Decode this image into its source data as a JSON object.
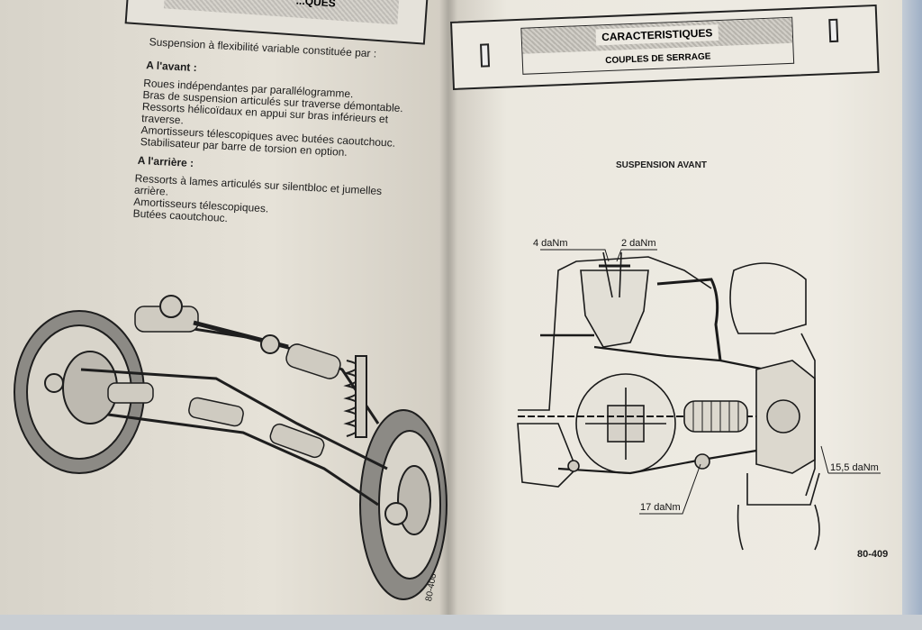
{
  "left_page": {
    "header_fragment": "...QUES",
    "intro": "Suspension à flexibilité variable constituée par :",
    "front_heading": "A l'avant :",
    "front_items": [
      "Roues indépendantes par parallélogramme.",
      "Bras de suspension articulés sur traverse démontable.",
      "Ressorts hélicoïdaux en appui sur bras inférieurs et",
      "traverse.",
      "Amortisseurs télescopiques avec butées caoutchouc.",
      "Stabilisateur par barre de torsion en option."
    ],
    "rear_heading": "A l'arrière :",
    "rear_items": [
      "Ressorts à lames articulés sur silentbloc et jumelles",
      "arrière.",
      "Amortisseurs télescopiques.",
      "Butées caoutchouc."
    ],
    "page_number": "80-408"
  },
  "right_page": {
    "header_title": "CARACTERISTIQUES",
    "header_subtitle": "COUPLES DE SERRAGE",
    "diagram_title": "SUSPENSION AVANT",
    "torque_labels": [
      "4 daNm",
      "2 daNm",
      "15,5 daNm",
      "17 daNm"
    ],
    "page_number": "80-409"
  },
  "colors": {
    "paper": "#ebe8df",
    "ink": "#1c1c1c",
    "background": "#c9ced3"
  }
}
